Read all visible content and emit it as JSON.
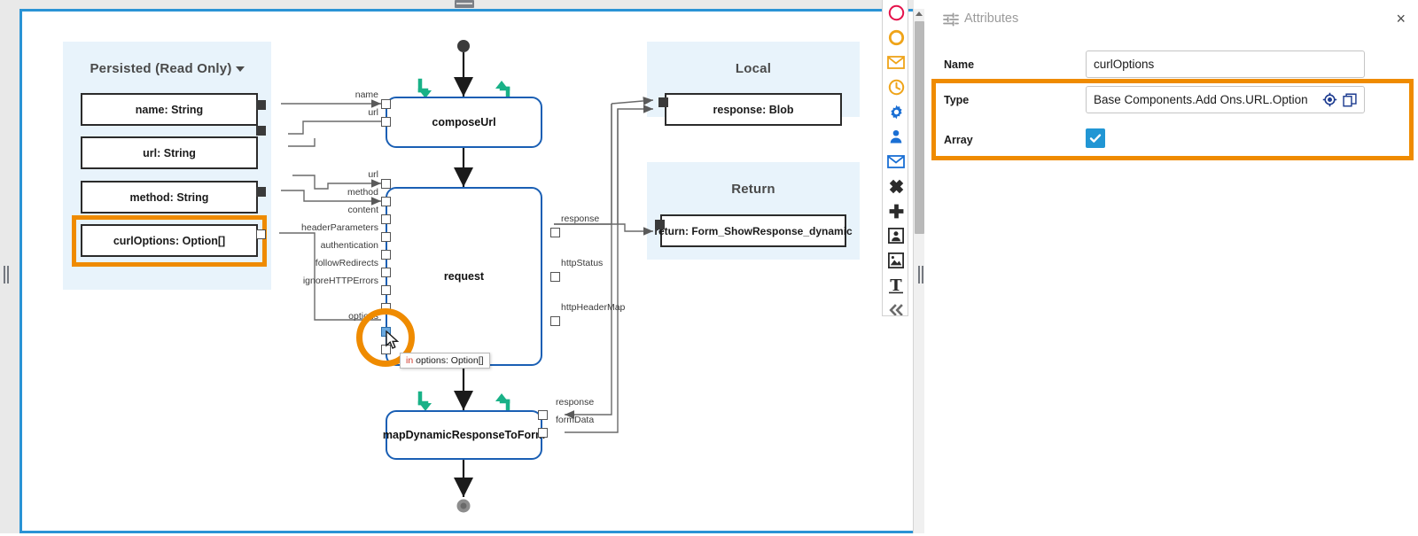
{
  "canvas": {
    "groups": [
      {
        "id": "persisted",
        "title": "Persisted (Read Only)",
        "has_caret": true
      },
      {
        "id": "local",
        "title": "Local",
        "has_caret": false
      },
      {
        "id": "return",
        "title": "Return",
        "has_caret": false
      }
    ],
    "persisted_vars": [
      {
        "label": "name: String"
      },
      {
        "label": "url: String"
      },
      {
        "label": "method: String"
      },
      {
        "label": "curlOptions: Option[]",
        "selected": true
      }
    ],
    "local_vars": [
      {
        "label": "response: Blob"
      }
    ],
    "return_vars": [
      {
        "label": "return: Form_ShowResponse_dynamic"
      }
    ],
    "nodes": [
      {
        "id": "composeUrl",
        "title": "composeUrl",
        "inputs": [
          "name",
          "url"
        ],
        "outputs": []
      },
      {
        "id": "request",
        "title": "request",
        "inputs": [
          "url",
          "method",
          "content",
          "headerParameters",
          "authentication",
          "followRedirects",
          "ignoreHTTPErrors",
          "options"
        ],
        "outputs": [
          "response",
          "httpStatus",
          "httpHeaderMap"
        ]
      },
      {
        "id": "mapDynamicResponseToForm",
        "title": "mapDynamicResponseToForm",
        "inputs": [],
        "outputs": [
          "response",
          "formData"
        ]
      }
    ],
    "tooltip": {
      "keyword": "in",
      "text": "options: Option[]"
    },
    "highlight_color": "#ef8b00",
    "node_border_color": "#1a5fb4",
    "group_bg_color": "#e8f3fb"
  },
  "palette": {
    "tools": [
      {
        "name": "circle-outline-red-icon",
        "glyph": "circle",
        "color": "#e5124a"
      },
      {
        "name": "circle-outline-orange-icon",
        "glyph": "ring",
        "color": "#efa419"
      },
      {
        "name": "envelope-orange-icon",
        "glyph": "mail",
        "color": "#efa419"
      },
      {
        "name": "clock-orange-icon",
        "glyph": "clock",
        "color": "#efa419"
      },
      {
        "name": "gear-blue-icon",
        "glyph": "gear",
        "color": "#1a6fd4"
      },
      {
        "name": "user-blue-icon",
        "glyph": "user",
        "color": "#1a6fd4"
      },
      {
        "name": "envelope-blue-icon",
        "glyph": "mail",
        "color": "#1a6fd4"
      },
      {
        "name": "close-x-icon",
        "glyph": "xmark",
        "color": "#2b2b2b"
      },
      {
        "name": "plus-icon",
        "glyph": "plus",
        "color": "#2b2b2b"
      },
      {
        "name": "user-frame-icon",
        "glyph": "userbox",
        "color": "#2b2b2b"
      },
      {
        "name": "image-frame-icon",
        "glyph": "imgbox",
        "color": "#2b2b2b"
      },
      {
        "name": "text-tool-icon",
        "glyph": "T",
        "color": "#2b2b2b"
      },
      {
        "name": "collapse-left-icon",
        "glyph": "chevrons",
        "color": "#6b6b6b"
      }
    ]
  },
  "attributes": {
    "title": "Attributes",
    "close_label": "×",
    "rows": [
      {
        "label": "Name",
        "type": "text",
        "value": "curlOptions"
      },
      {
        "label": "Type",
        "type": "text",
        "value": "Base Components.Add Ons.URL.Option",
        "icons": [
          "target-icon",
          "copy-icon"
        ]
      },
      {
        "label": "Array",
        "type": "checkbox",
        "checked": true
      }
    ],
    "highlight_color": "#ef8b00",
    "checkbox_color": "#2196d4"
  }
}
